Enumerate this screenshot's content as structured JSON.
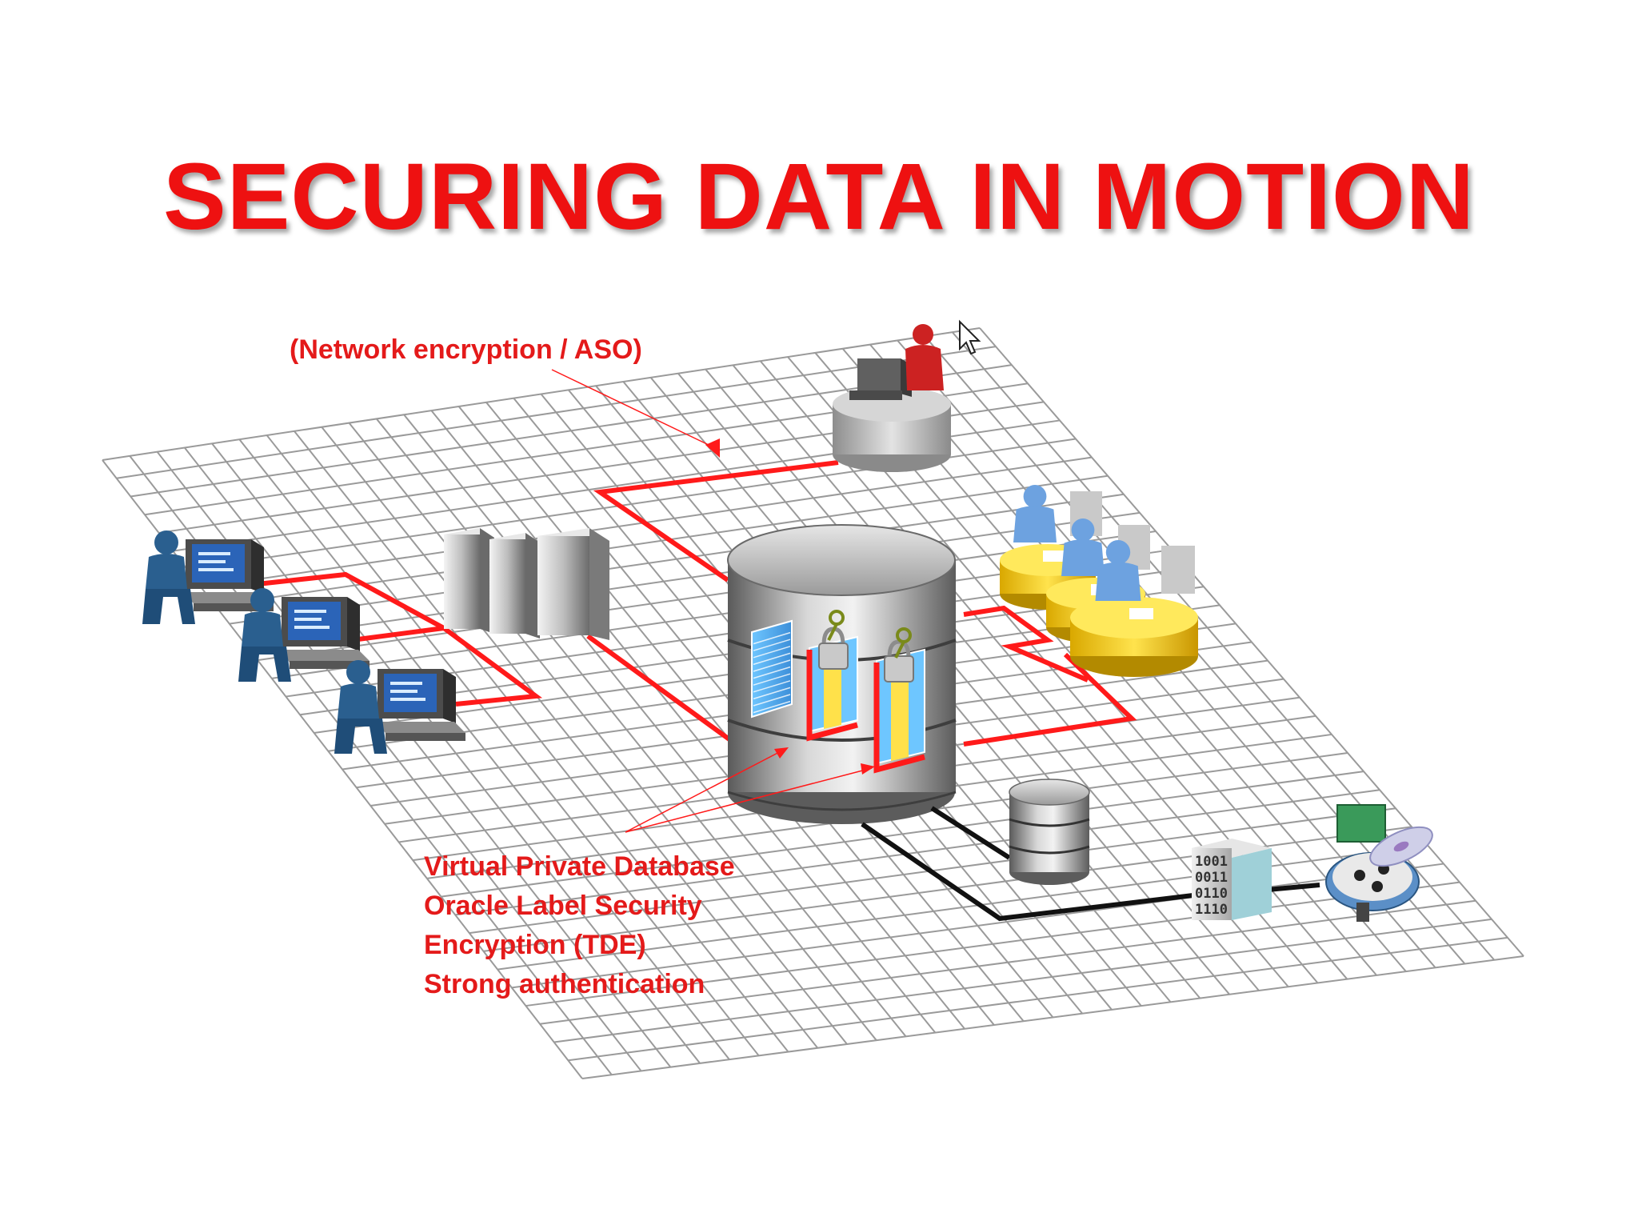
{
  "title": "SECURING DATA IN MOTION",
  "network_label": "(Network encryption / ASO)",
  "db_features": [
    "Virtual Private Database",
    "Oracle Label Security",
    "Encryption (TDE)",
    "Strong authentication"
  ],
  "binary_rows": [
    "1001",
    "0011",
    "0110",
    "1110"
  ],
  "colors": {
    "title": "#ee1111",
    "link": "#ff1a1a",
    "backup_link": "#111111",
    "grid": "#9a9a9a",
    "user_blue": "#2a5f8f",
    "admin_red": "#cc2222",
    "desk_yellow": "#f2c400"
  }
}
